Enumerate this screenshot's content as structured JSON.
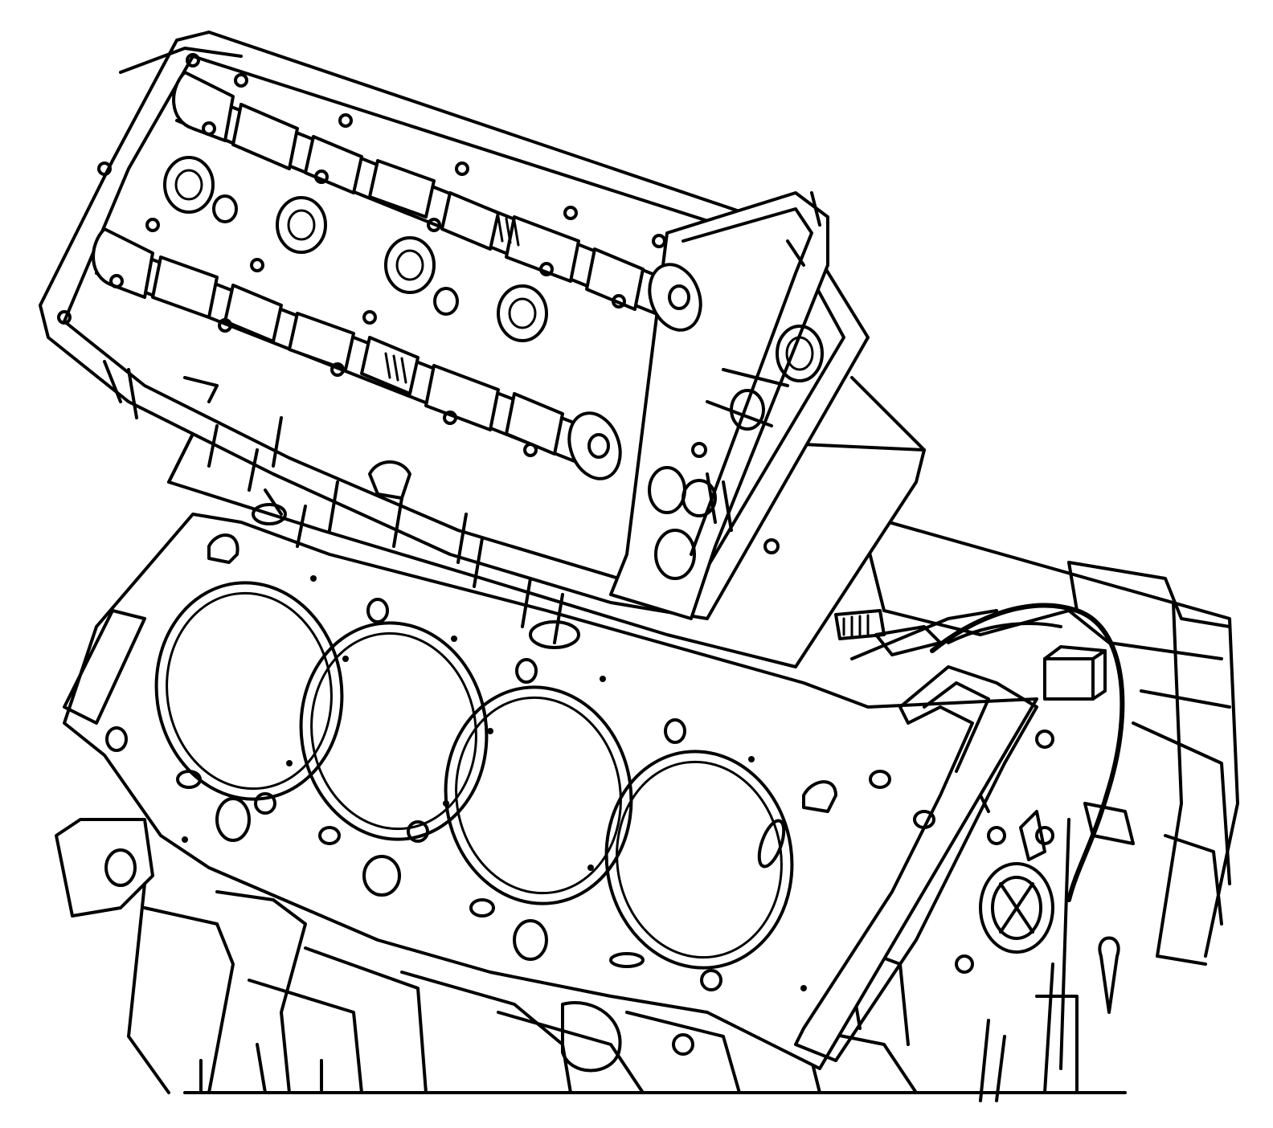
{
  "diagram": {
    "type": "technical-line-drawing",
    "subject": "engine-cylinder-head-and-head-gasket-exploded-view",
    "colors": {
      "line": "#000000",
      "background": "#ffffff"
    },
    "components": [
      {
        "id": "cylinder-head",
        "icon": "cylinder-head-icon"
      },
      {
        "id": "camshaft-upper",
        "icon": "camshaft-icon"
      },
      {
        "id": "camshaft-lower",
        "icon": "camshaft-icon"
      },
      {
        "id": "head-gasket",
        "icon": "gasket-icon",
        "cylinder_bores": 4
      },
      {
        "id": "engine-block",
        "icon": "engine-block-icon"
      }
    ]
  }
}
